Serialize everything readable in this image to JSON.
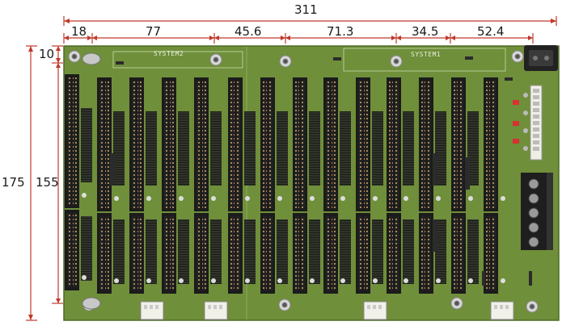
{
  "dimensions": {
    "total_width": "311",
    "segments": [
      "18",
      "77",
      "45.6",
      "71.3",
      "34.5",
      "52.4"
    ],
    "top_margin": "10",
    "total_height": "175",
    "slot_height": "155"
  },
  "silkscreen": {
    "system2": "SYSTEM2",
    "system1": "SYSTEM1"
  },
  "colors": {
    "dimension_line": "#c0392b",
    "pcb_green": "#6f8f3a",
    "pcb_dark": "#4f6b28",
    "slot_black": "#1b1b1b",
    "gold_pin": "#b8925a"
  }
}
